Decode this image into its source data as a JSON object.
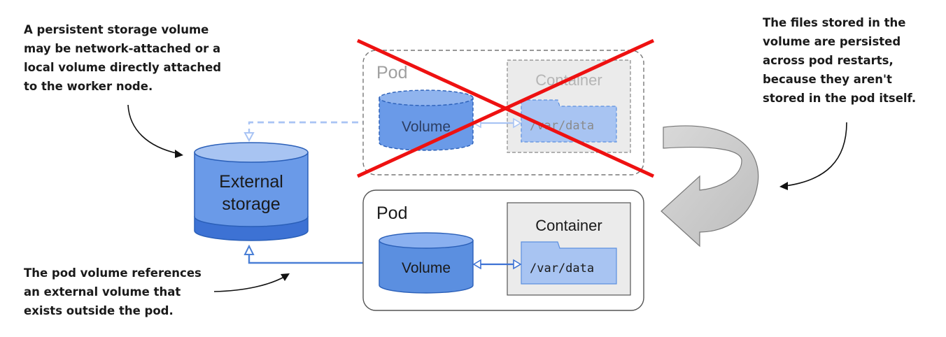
{
  "annotations": {
    "top_left": [
      "A persistent storage volume",
      "may be network-attached or a",
      "local volume directly attached",
      "to the worker node."
    ],
    "top_right": [
      "The files stored in the",
      "volume are persisted",
      "across pod restarts,",
      "because they aren't",
      "stored in the pod itself."
    ],
    "bottom_left": [
      "The pod volume references",
      "an external volume that",
      "exists outside the pod."
    ]
  },
  "external_storage": {
    "label_lines": [
      "External",
      "storage"
    ]
  },
  "old_pod": {
    "label": "Pod",
    "volume_label": "Volume",
    "container_label": "Container",
    "mount_path": "/var/data",
    "state": "crossed-out"
  },
  "new_pod": {
    "label": "Pod",
    "volume_label": "Volume",
    "container_label": "Container",
    "mount_path": "/var/data"
  },
  "colors": {
    "volume_fill": "#5b8fe0",
    "volume_top": "#8ab0f0",
    "volume_stroke": "#2a5fb8",
    "storage_fill": "#6a9ae8",
    "storage_band": "#3d72d4",
    "cross": "#ee1111",
    "connector": "#4a7fd6",
    "faded_connector": "#a9c4f4",
    "restart_arrow": "#cfcfcf"
  }
}
